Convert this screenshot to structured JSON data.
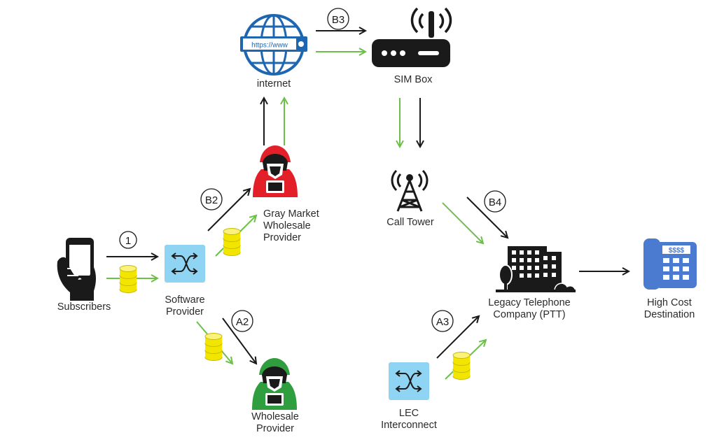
{
  "nodes": {
    "subscribers": {
      "label": "Subscribers"
    },
    "software_provider": {
      "label_line1": "Software",
      "label_line2": "Provider"
    },
    "gray_market": {
      "label_line1": "Gray Market",
      "label_line2": "Wholesale",
      "label_line3": "Provider"
    },
    "internet": {
      "label": "internet",
      "url_text": "https://www"
    },
    "sim_box": {
      "label": "SIM Box"
    },
    "call_tower": {
      "label": "Call Tower"
    },
    "wholesale_provider": {
      "label_line1": "Wholesale",
      "label_line2": "Provider"
    },
    "lec": {
      "label_line1": "LEC",
      "label_line2": "Interconnect"
    },
    "ptt": {
      "label_line1": "Legacy Telephone",
      "label_line2": "Company (PTT)"
    },
    "destination": {
      "label_line1": "High Cost",
      "label_line2": "Destination",
      "screen_text": "$$$$"
    }
  },
  "steps": {
    "s1": "1",
    "b2": "B2",
    "b3": "B3",
    "b4": "B4",
    "a2": "A2",
    "a3": "A3"
  },
  "colors": {
    "call_path": "#1a1a1a",
    "money_path": "#6cc04a",
    "coin": "#f2e600",
    "switch": "#8fd4f2",
    "hacker_red": "#e3202a",
    "hacker_green": "#2e9e3e",
    "phone_blue": "#4a7bd0",
    "globe_blue": "#1f66b0"
  }
}
